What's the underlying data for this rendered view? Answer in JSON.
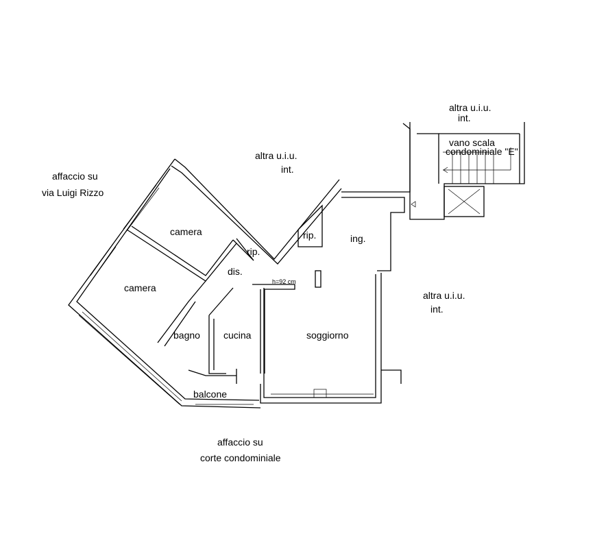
{
  "rooms": {
    "camera_top": "camera",
    "camera_left": "camera",
    "bagno": "bagno",
    "cucina": "cucina",
    "soggiorno": "soggiorno",
    "ingresso": "ing.",
    "disimpegno": "dis.",
    "ripostiglio_1": "rip.",
    "ripostiglio_2": "rip.",
    "balcone": "balcone"
  },
  "annotations": {
    "height_note": "h=92 cm",
    "stair_line1": "vano scala",
    "stair_line2": "condominiale \"E\"",
    "other_unit_top_l1": "altra u.i.u.",
    "other_unit_top_l2": "int.",
    "other_unit_mid_l1": "altra u.i.u.",
    "other_unit_mid_l2": "int.",
    "other_unit_right_l1": "altra u.i.u.",
    "other_unit_right_l2": "int.",
    "view_street_l1": "affaccio su",
    "view_street_l2": "via Luigi Rizzo",
    "view_court_l1": "affaccio su",
    "view_court_l2": "corte condominiale"
  }
}
